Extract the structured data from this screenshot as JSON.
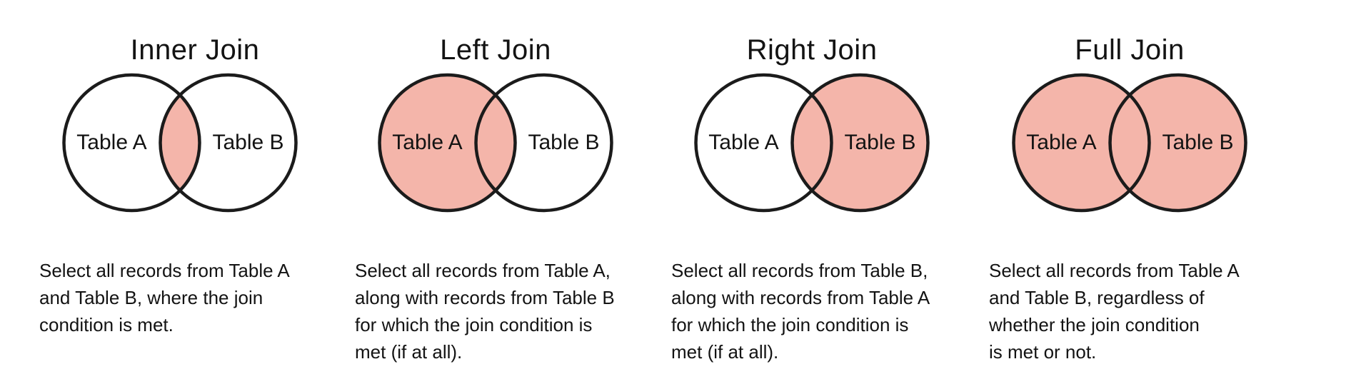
{
  "figure": {
    "subject": "SQL join types venn diagrams",
    "background": "#ffffff"
  },
  "colors": {
    "shade_fill": "#F4B5AA",
    "circle_stroke": "#1b1b1b",
    "text": "#131313"
  },
  "diagrams": [
    {
      "title": "Inner Join",
      "left_label": "Table A",
      "right_label": "Table B",
      "shaded": "intersection",
      "description": "Select all records from Table A\nand Table B, where the join\ncondition is met."
    },
    {
      "title": "Left Join",
      "left_label": "Table A",
      "right_label": "Table B",
      "shaded": "left",
      "description": "Select all records from Table A,\nalong with records from Table B\nfor which the join condition is\nmet (if at all)."
    },
    {
      "title": "Right Join",
      "left_label": "Table A",
      "right_label": "Table B",
      "shaded": "right",
      "description": "Select all records from Table B,\nalong with records from Table A\nfor which the join condition is\nmet (if at all)."
    },
    {
      "title": "Full Join",
      "left_label": "Table A",
      "right_label": "Table B",
      "shaded": "both",
      "description": "Select all records from Table A\nand Table B, regardless of\nwhether the join condition\nis met or not."
    }
  ]
}
